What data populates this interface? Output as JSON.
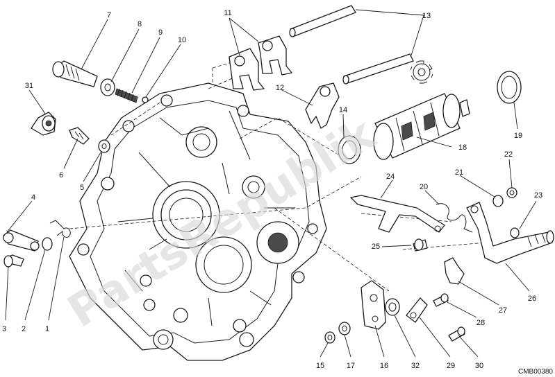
{
  "diagram": {
    "code": "CMB00380",
    "watermark": "PartsRepublik",
    "gear_icon": "gear-icon",
    "labels": [
      "1",
      "2",
      "3",
      "4",
      "5",
      "6",
      "7",
      "8",
      "9",
      "10",
      "11",
      "12",
      "13",
      "14",
      "15",
      "16",
      "17",
      "18",
      "19",
      "20",
      "21",
      "22",
      "23",
      "24",
      "25",
      "26",
      "27",
      "28",
      "29",
      "30",
      "31",
      "32"
    ]
  }
}
